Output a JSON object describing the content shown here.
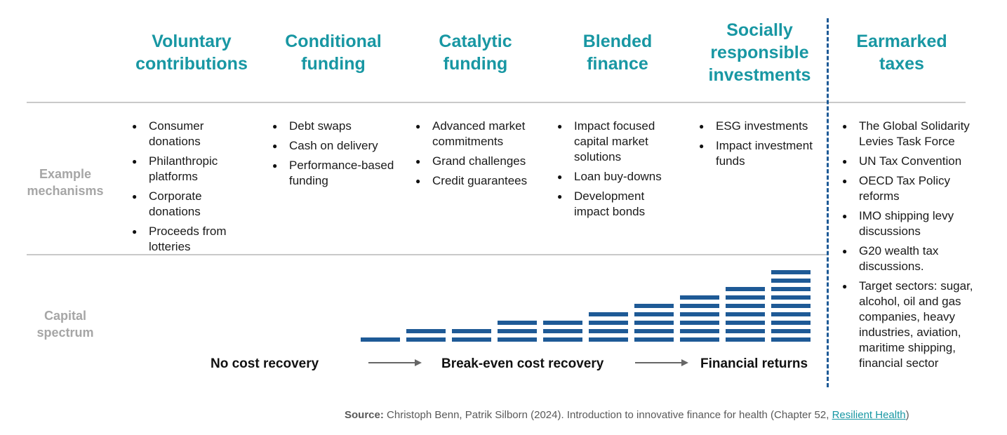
{
  "columns": [
    {
      "title": "Voluntary contributions",
      "items": [
        "Consumer donations",
        "Philanthropic platforms",
        "Corporate donations",
        "Proceeds from lotteries"
      ]
    },
    {
      "title": "Conditional funding",
      "items": [
        "Debt swaps",
        "Cash on delivery",
        "Performance-based funding"
      ]
    },
    {
      "title": "Catalytic funding",
      "items": [
        "Advanced market commitments",
        "Grand challenges",
        "Credit guarantees"
      ]
    },
    {
      "title": "Blended finance",
      "items": [
        "Impact focused capital market solutions",
        "Loan buy-downs",
        "Development impact bonds"
      ]
    },
    {
      "title": "Socially responsible investments",
      "items": [
        "ESG investments",
        "Impact investment funds"
      ]
    },
    {
      "title": "Earmarked taxes",
      "items": [
        "The Global Solidarity Levies Task Force",
        "UN Tax Convention",
        "OECD Tax Policy reforms",
        "IMO shipping levy discussions",
        "G20 wealth tax discussions.",
        "Target sectors: sugar, alcohol, oil and gas companies, heavy industries, aviation, maritime shipping, financial sector"
      ]
    }
  ],
  "row_labels": {
    "mechanisms": "Example mechanisms",
    "capital": "Capital spectrum"
  },
  "capital_spectrum": {
    "levels": [
      1,
      2,
      2,
      3,
      3,
      4,
      5,
      6,
      7,
      9
    ],
    "stages": [
      "No cost recovery",
      "Break-even cost recovery",
      "Financial returns"
    ]
  },
  "source": {
    "label": "Source:",
    "text": "Christoph Benn, Patrik Silborn (2024). Introduction to innovative finance for health (Chapter 52, ",
    "link": "Resilient Health",
    "close": ")"
  },
  "colors": {
    "accent": "#1897a3",
    "bars": "#1e5a96",
    "muted": "#a6a6a6"
  }
}
